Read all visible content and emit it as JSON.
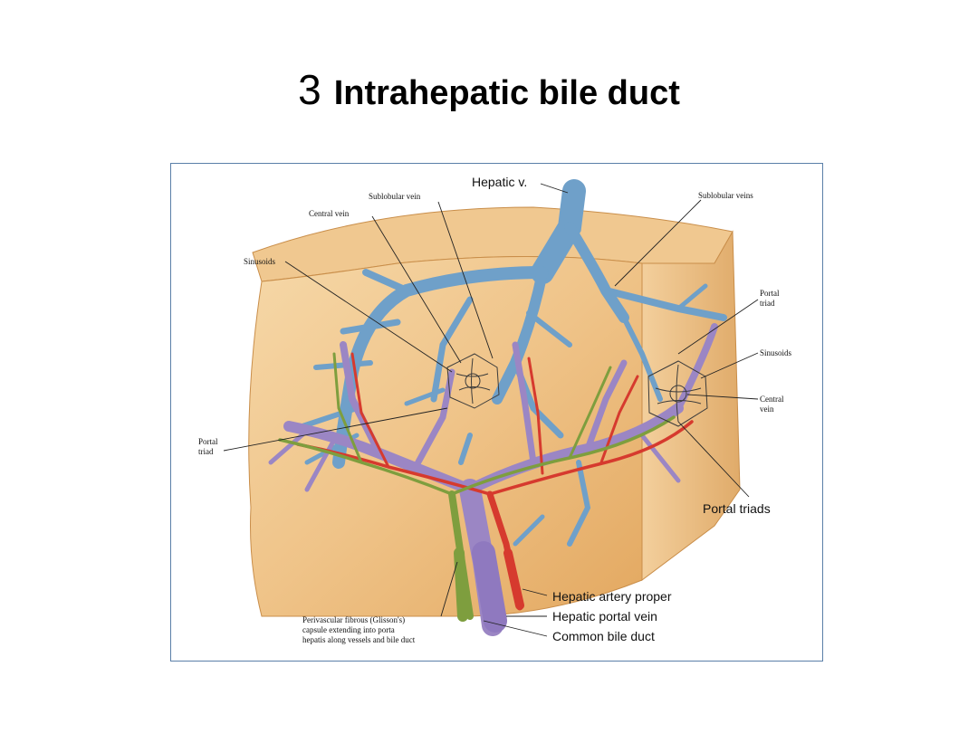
{
  "slide": {
    "number": "3",
    "title": "Intrahepatic bile duct"
  },
  "figure": {
    "labels": {
      "hepatic_v": "Hepatic v.",
      "sublobular_vein": "Sublobular vein",
      "sublobular_veins": "Sublobular veins",
      "central_vein_top": "Central vein",
      "sinusoids_left": "Sinusoids",
      "portal_triad_right_1": "Portal",
      "portal_triad_right_2": "triad",
      "sinusoids_right": "Sinusoids",
      "central_vein_right_1": "Central",
      "central_vein_right_2": "vein",
      "portal_triad_left_1": "Portal",
      "portal_triad_left_2": "triad",
      "portal_triads": "Portal triads",
      "hepatic_artery_proper": "Hepatic artery proper",
      "hepatic_portal_vein": "Hepatic portal vein",
      "common_bile_duct": "Common bile duct",
      "glisson_1": "Perivascular fibrous (Glisson's)",
      "glisson_2": "capsule extending into porta",
      "glisson_3": "hepatis along vessels and bile duct"
    },
    "colors": {
      "liver_parenchyma": "#e8b677",
      "liver_cut_face": "#f2c98f",
      "hepatic_vein": "#6fa0c9",
      "portal_vein": "#9b86c4",
      "hepatic_artery": "#d63a2e",
      "bile_duct": "#7e9e3e",
      "frame_border": "#5a7fa8"
    }
  }
}
